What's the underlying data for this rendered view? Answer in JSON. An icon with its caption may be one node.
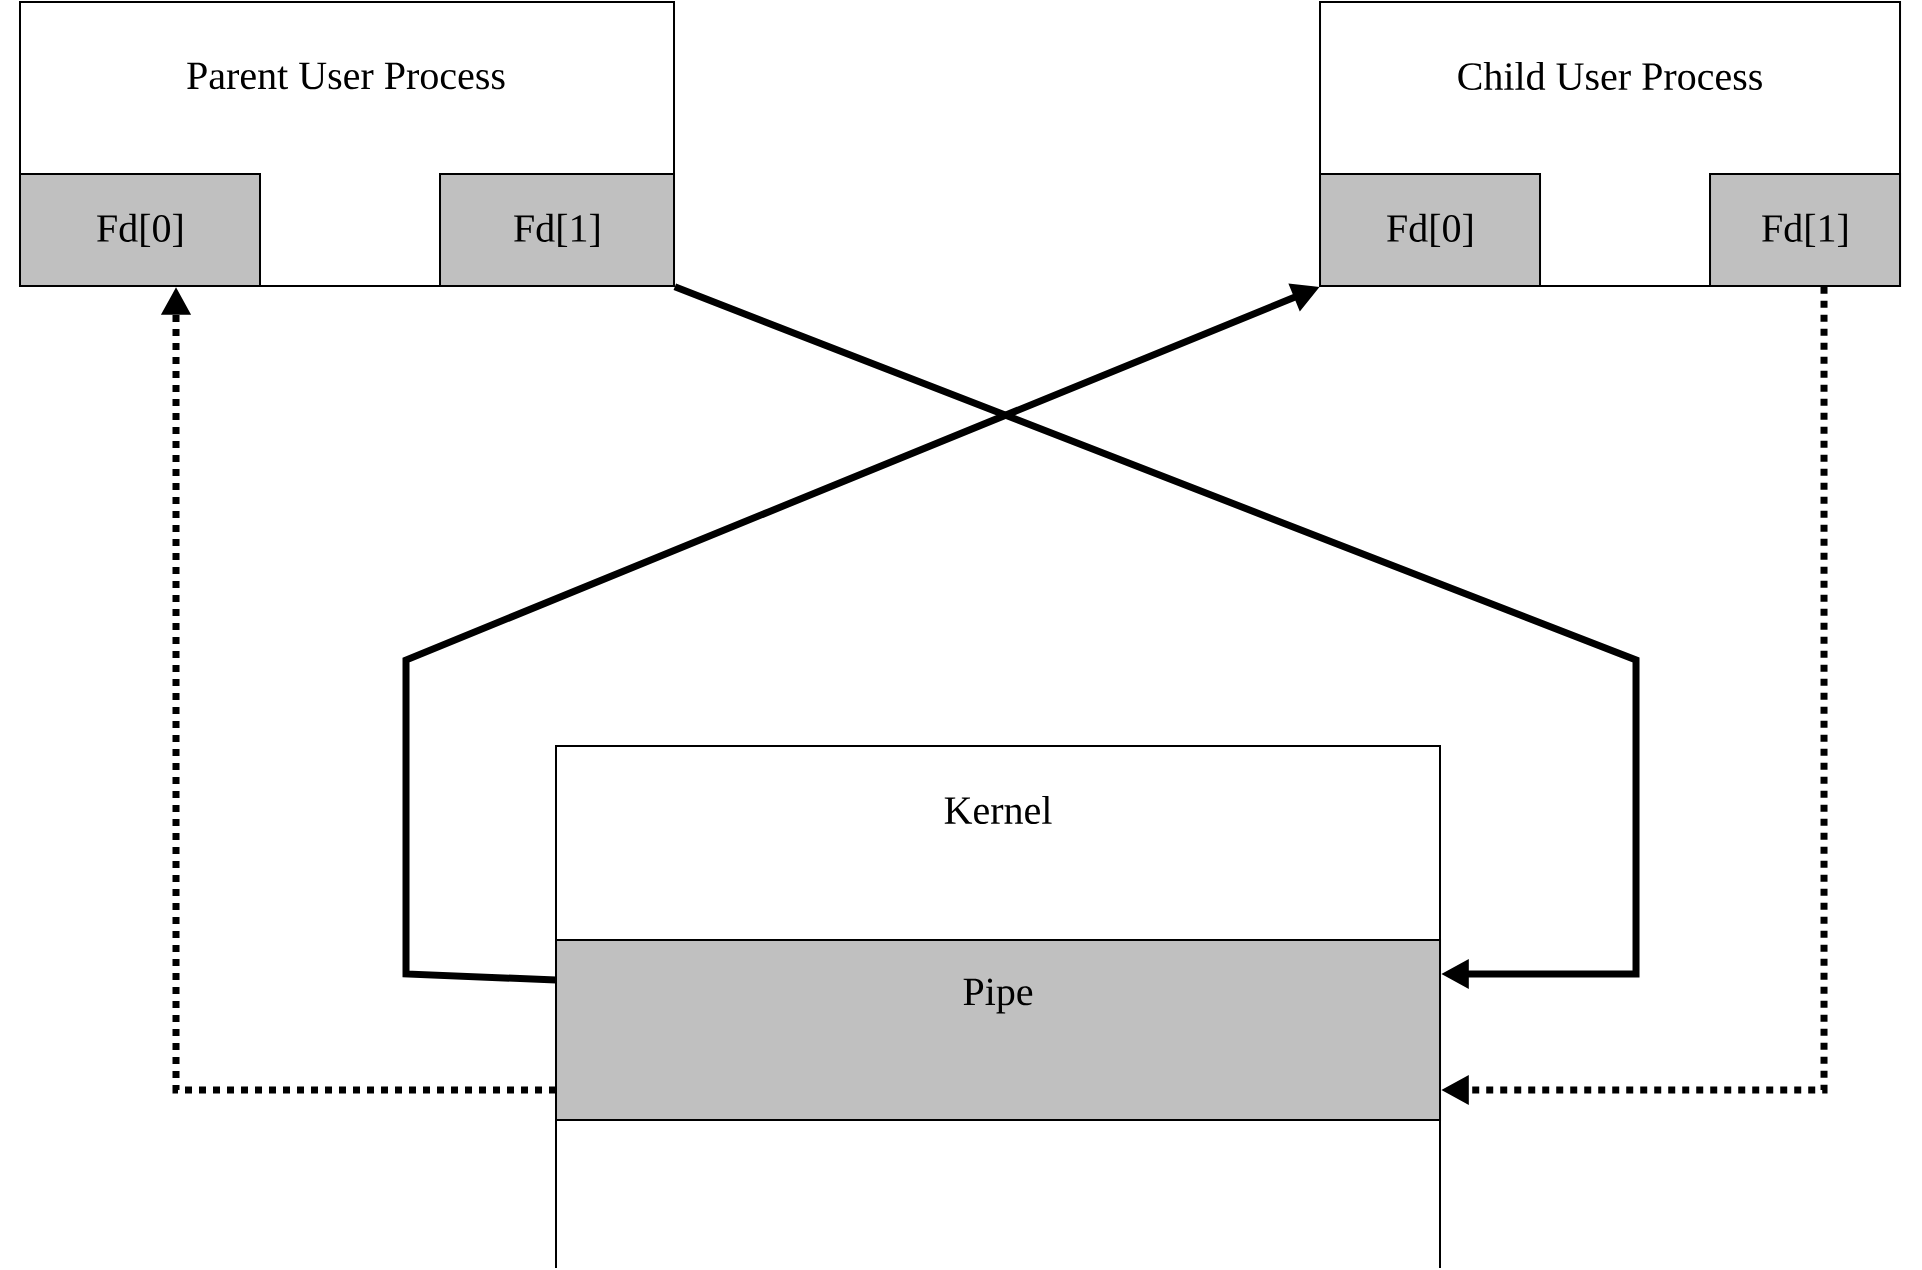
{
  "diagram": {
    "nodes": [
      {
        "text": [
          "Parent User Process"
        ]
      },
      {
        "text": [
          "Fd[0]"
        ],
        "in": 0
      },
      {
        "text": [
          "Fd[1]"
        ],
        "in": 0
      },
      {
        "text": [
          "Child User Process"
        ]
      },
      {
        "text": [
          "Fd[0]"
        ],
        "in": 3
      },
      {
        "text": [
          "Fd[1]"
        ],
        "in": 3
      },
      {
        "text": [
          "Kernel"
        ]
      },
      {
        "text": [
          "Pipe"
        ],
        "in": 6
      }
    ],
    "edges": [
      {
        "from": 2,
        "to": 7,
        "arrow": "to"
      },
      {
        "from": 7,
        "to": 4,
        "arrow": "to"
      },
      {
        "from": 7,
        "to": 1,
        "arrow": "to",
        "style": "dashed"
      },
      {
        "from": 5,
        "to": 7,
        "arrow": "to",
        "style": "dashed"
      }
    ]
  }
}
